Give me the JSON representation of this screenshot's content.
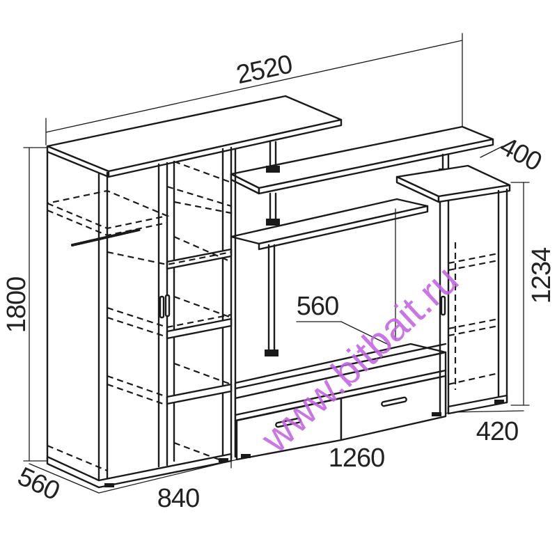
{
  "dimensions": {
    "total_width": "2520",
    "height": "1800",
    "depth_top_right": "400",
    "right_cabinet_height": "1234",
    "depth_left": "560",
    "left_cabinet_width": "840",
    "tv_section_width": "1260",
    "right_depth": "420",
    "tv_stand_depth": "560"
  },
  "watermark": "www.bitbait.ru",
  "colors": {
    "line": "#1a1a1a",
    "text": "#222222",
    "watermark": "#c262e0",
    "background": "#ffffff"
  }
}
